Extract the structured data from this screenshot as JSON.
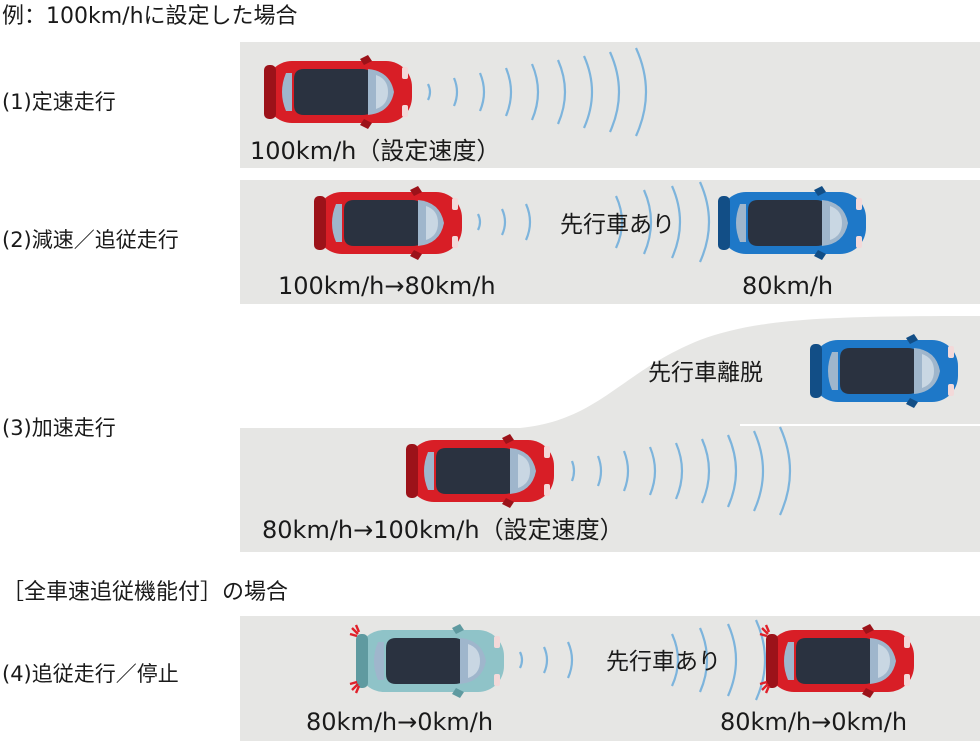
{
  "heading_example": "例：100km/hに設定した場合",
  "heading_full_speed": "［全車速追従機能付］の場合",
  "rows": [
    {
      "label": "(1)定速走行",
      "speeds": [
        "100km/h（設定速度）"
      ]
    },
    {
      "label": "(2)減速／追従走行",
      "speeds": [
        "100km/h→80km/h",
        "80km/h"
      ],
      "note": "先行車あり"
    },
    {
      "label": "(3)加速走行",
      "speeds": [
        "80km/h→100km/h（設定速度）"
      ],
      "note": "先行車離脱"
    },
    {
      "label": "(4)追従走行／停止",
      "speeds": [
        "80km/h→0km/h",
        "80km/h→0km/h"
      ],
      "note": "先行車あり"
    }
  ],
  "colors": {
    "road": "#e6e6e4",
    "own_car": "#d81e26",
    "lead_car": "#1e78c8",
    "stopped_own_car": "#8fc3c8",
    "radar_wave": "#7db4dc",
    "brake_light": "#e0202a"
  },
  "icons": [
    "red-car-icon",
    "blue-car-icon",
    "radar-wave-icon",
    "brake-light-icon"
  ]
}
